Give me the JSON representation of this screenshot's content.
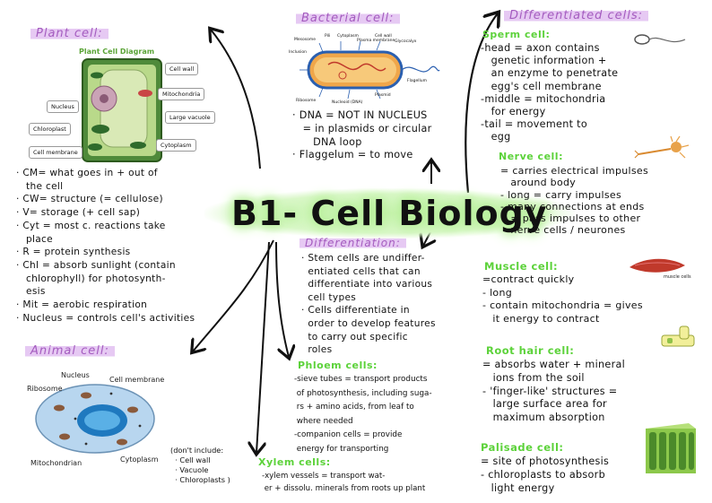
{
  "title": "B1- Cell Biology",
  "plant": {
    "heading": "Plant cell:",
    "diagram_title": "Plant Cell Diagram",
    "labels": [
      "Cell wall",
      "Mitochondria",
      "Large vacuole",
      "Cytoplasm",
      "Nucleus",
      "Chloroplast",
      "Cell membrane"
    ],
    "notes": "· CM= what goes in + out of\n   the cell\n· CW= structure (= cellulose)\n· V= storage (+ cell sap)\n· Cyt = most c. reactions take\n   place\n· R = protein synthesis\n· Chl = absorb sunlight (contain\n   chlorophyll) for photosynth-\n   esis\n· Mit = aerobic respiration\n· Nucleus = controls cell's activities"
  },
  "animal": {
    "heading": "Animal cell:",
    "labels": [
      "Nucleus",
      "Cell membrane",
      "Ribosome",
      "Mitochondrian",
      "Cytoplasm"
    ],
    "note": "(don't include:\n  · Cell wall\n  · Vacuole\n  · Chloroplasts )"
  },
  "bacterial": {
    "heading": "Bacterial cell:",
    "labels": [
      "Mesosome",
      "Pili",
      "Cytoplasm",
      "Plasma membrane",
      "Cell wall",
      "Glycocalyx",
      "Inclusion",
      "Ribosome",
      "Nucleoid (DNA)",
      "Plasmid",
      "Flagellum"
    ],
    "notes": "· DNA = NOT IN NUCLEUS\n   = in plasmids or circular\n      DNA loop\n· Flaggelum = to move"
  },
  "differentiation": {
    "heading": "Differentiation:",
    "notes": "· Stem cells are undiffer-\n  entiated cells that can\n  differentiate into various\n  cell types\n· Cells differentiate in\n  order to develop features\n  to carry out specific\n  roles"
  },
  "phloem": {
    "heading": "Phloem cells:",
    "notes": "-sieve tubes = transport products\n of photosynthesis, including suga-\n rs + amino acids, from leaf to\n where needed\n-companion cells = provide\n energy for transporting"
  },
  "xylem": {
    "heading": "Xylem cells:",
    "notes": "-xylem vessels = transport wat-\n er + dissolu. minerals from roots up plant"
  },
  "differentiated": {
    "heading": "Differentiated cells:",
    "sperm_heading": "Sperm cell:",
    "sperm_notes": "-head = axon contains\n   genetic information +\n   an enzyme to penetrate\n   egg's cell membrane\n-middle = mitochondria\n   for energy\n-tail = movement to\n   egg",
    "nerve_heading": "Nerve cell:",
    "nerve_notes": "= carries electrical impulses\n   around body\n- long = carry impulses\n- many connections at ends\n   = pass impulses to other\n   nerve cells / neurones",
    "muscle_heading": "Muscle cell:",
    "muscle_label": "muscle cells",
    "muscle_notes": "=contract quickly\n- long\n- contain mitochondria = gives\n   it energy to contract",
    "root_heading": "Root hair cell:",
    "root_notes": "= absorbs water + mineral\n   ions from the soil\n- 'finger-like' structures =\n   large surface area for\n   maximum absorption",
    "palisade_heading": "Palisade cell:",
    "palisade_notes": "= site of photosynthesis\n- chloroplasts to absorb\n   light energy"
  }
}
